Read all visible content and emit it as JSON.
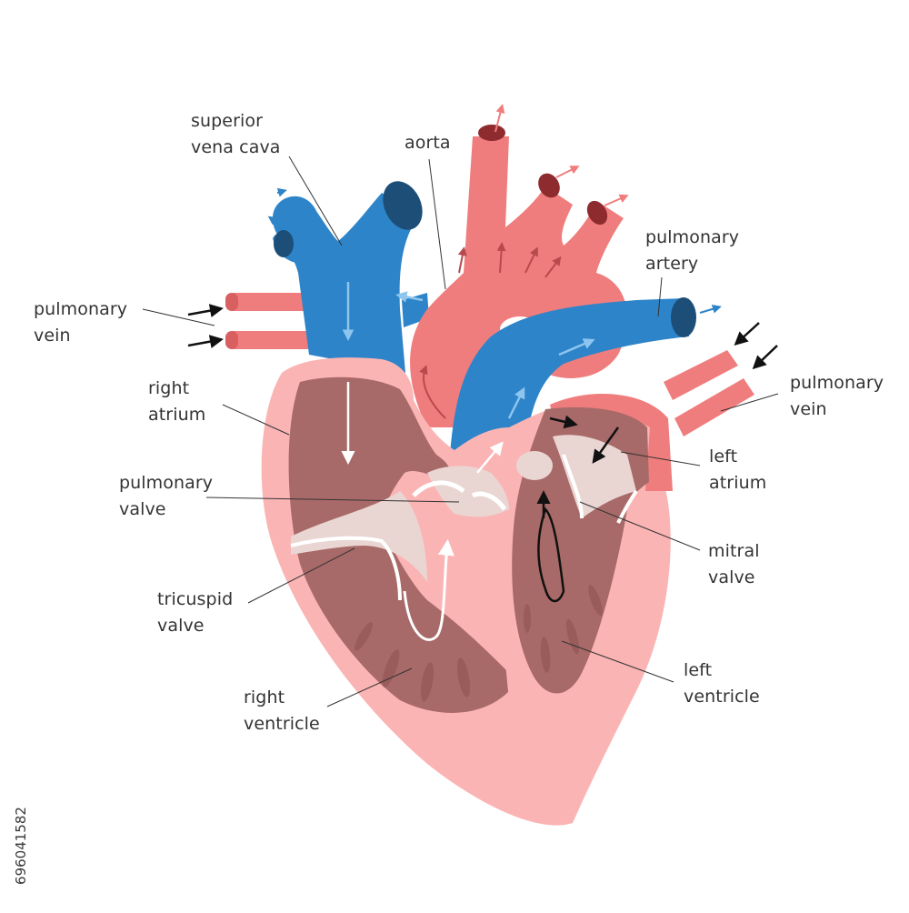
{
  "labels": {
    "superior_vena_cava": "superior\nvena cava",
    "aorta": "aorta",
    "pulmonary_artery": "pulmonary\nartery",
    "pulmonary_vein_left": "pulmonary\nvein",
    "pulmonary_vein_right": "pulmonary\nvein",
    "right_atrium": "right\natrium",
    "left_atrium": "left\natrium",
    "pulmonary_valve": "pulmonary\nvalve",
    "mitral_valve": "mitral\nvalve",
    "tricuspid_valve": "tricuspid\nvalve",
    "right_ventricle": "right\nventricle",
    "left_ventricle": "left\nventricle"
  },
  "stock_id": "696041582",
  "colors": {
    "vein_blue": "#2d84c9",
    "vein_blue_dark": "#1c4e78",
    "artery_red": "#f07d7d",
    "artery_red_dark": "#8e2b2f",
    "heart_wall": "#fbb4b4",
    "chamber": "#a86a68",
    "valve_pale": "#e9d6d3",
    "label_text": "#333333"
  }
}
